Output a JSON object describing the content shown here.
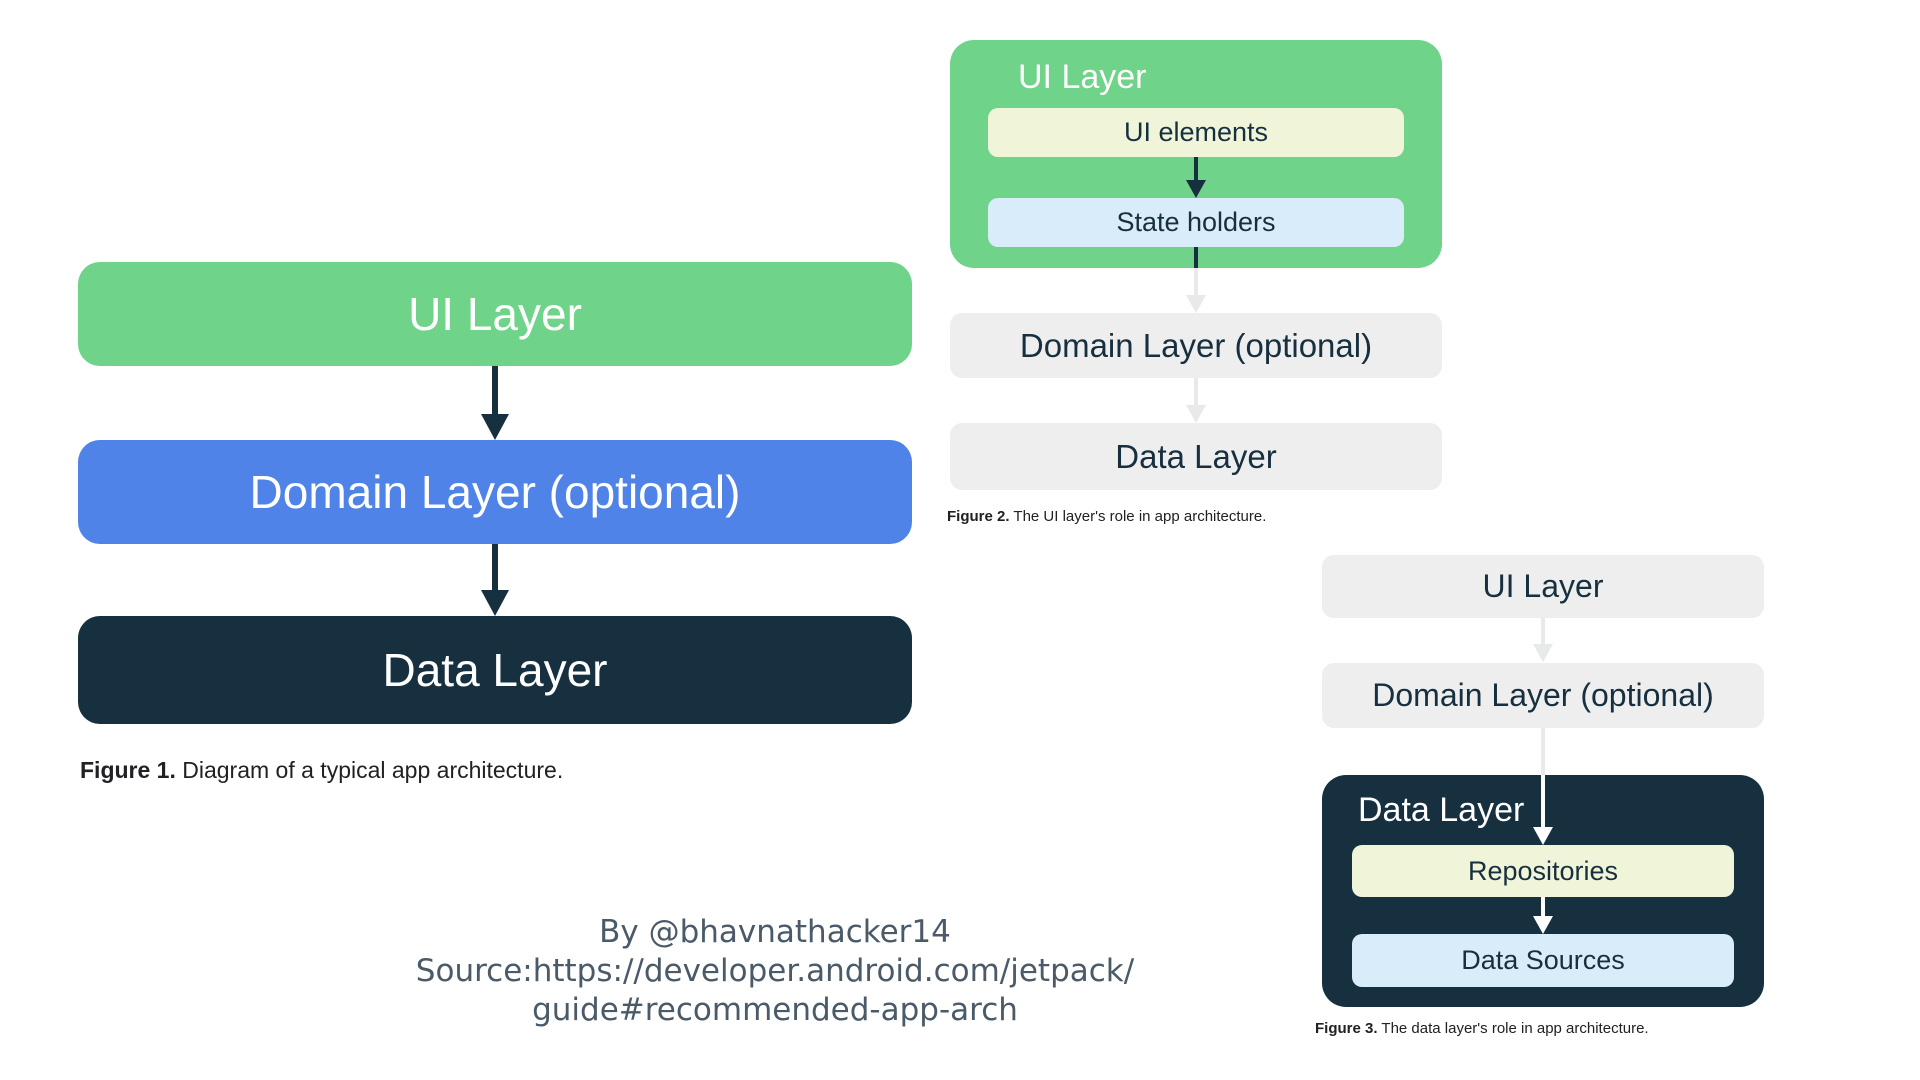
{
  "colors": {
    "green": "#6fd389",
    "blue": "#5083e7",
    "navy": "#17303f",
    "cream": "#f0f5d9",
    "lightblue": "#d9ecfa",
    "graybox": "#eeeeef",
    "arrowgray": "#e8e9e9",
    "captiontext": "#202124",
    "attributiontext": "#4a5a68"
  },
  "figure1": {
    "boxes": [
      {
        "label": "UI Layer"
      },
      {
        "label": "Domain Layer (optional)"
      },
      {
        "label": "Data Layer"
      }
    ],
    "caption_prefix": "Figure 1.",
    "caption_text": " Diagram of a typical app architecture."
  },
  "figure2": {
    "container_label": "UI Layer",
    "inner_boxes": [
      {
        "label": "UI elements"
      },
      {
        "label": "State holders"
      }
    ],
    "outer_boxes": [
      {
        "label": "Domain Layer (optional)"
      },
      {
        "label": "Data Layer"
      }
    ],
    "caption_prefix": "Figure 2.",
    "caption_text": " The UI layer's role in app architecture."
  },
  "figure3": {
    "outer_boxes": [
      {
        "label": "UI Layer"
      },
      {
        "label": "Domain Layer (optional)"
      }
    ],
    "container_label": "Data Layer",
    "inner_boxes": [
      {
        "label": "Repositories"
      },
      {
        "label": "Data Sources"
      }
    ],
    "caption_prefix": "Figure 3.",
    "caption_text": " The data layer's role in app architecture."
  },
  "attribution": {
    "line1": "By @bhavnathacker14",
    "line2": "Source:https://developer.android.com/jetpack/",
    "line3": "guide#recommended-app-arch"
  }
}
